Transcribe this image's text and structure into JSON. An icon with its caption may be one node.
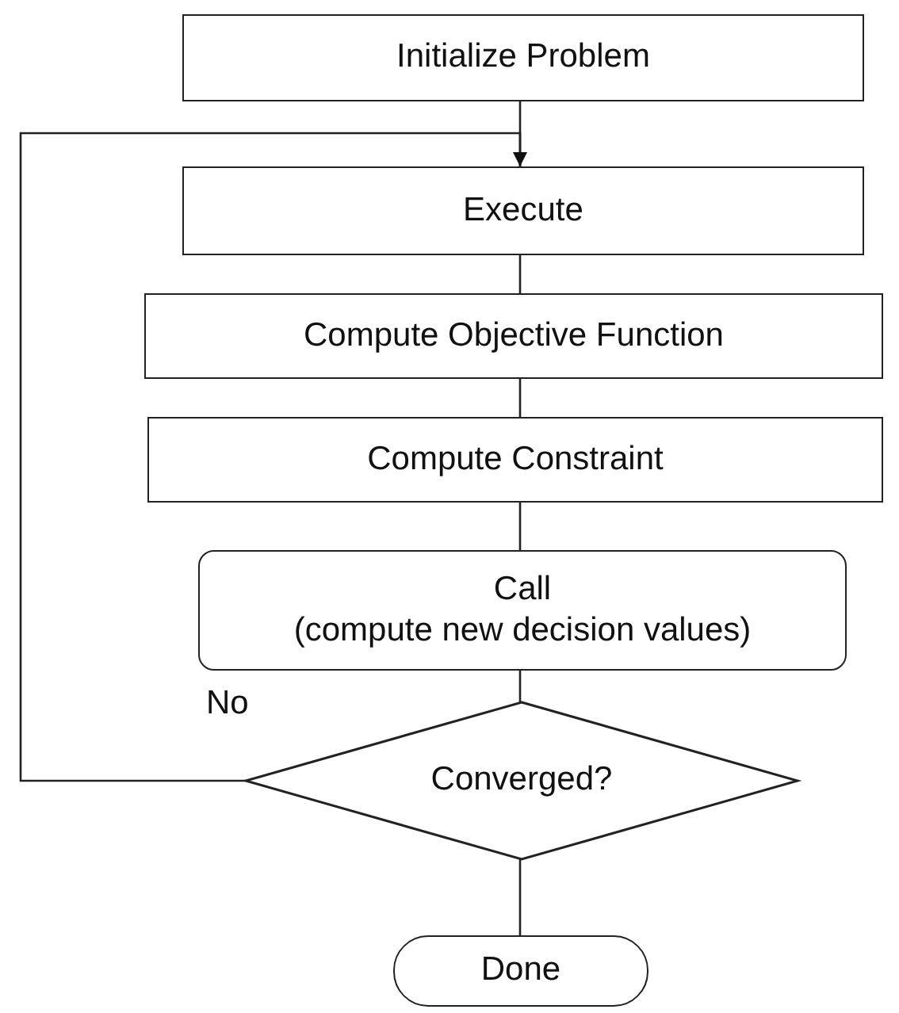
{
  "diagram": {
    "nodes": [
      {
        "text": [
          "Initialize Problem"
        ]
      },
      {
        "text": [
          "Execute"
        ]
      },
      {
        "text": [
          "Compute Objective Function"
        ]
      },
      {
        "text": [
          "Compute Constraint"
        ]
      },
      {
        "text": [
          "Call",
          "(compute new decision values)"
        ]
      },
      {
        "text": [
          "Converged?"
        ]
      },
      {
        "text": [
          "Done"
        ]
      }
    ],
    "edges": [
      {
        "from": 0,
        "to": 1,
        "arrow": "none"
      },
      {
        "from": 1,
        "to": 2,
        "arrow": "none"
      },
      {
        "from": 2,
        "to": 3,
        "arrow": "none"
      },
      {
        "from": 3,
        "to": 4,
        "arrow": "none"
      },
      {
        "from": 4,
        "to": 5,
        "arrow": "none"
      },
      {
        "from": 5,
        "to": 6,
        "arrow": "none"
      },
      {
        "from": 5,
        "to": 1,
        "arrow": "to",
        "label": "No"
      }
    ]
  }
}
